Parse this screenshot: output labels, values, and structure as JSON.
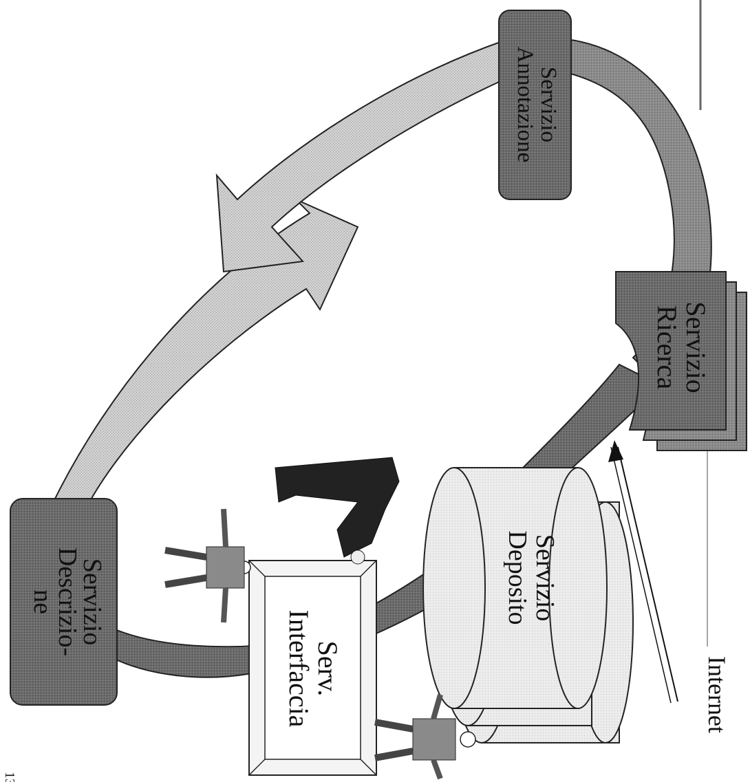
{
  "nodes": {
    "annotazione": {
      "line1": "Servizio",
      "line2": "Annotazione"
    },
    "ricerca": {
      "line1": "Servizio",
      "line2": "Ricerca"
    },
    "deposito": {
      "line1": "Servizio",
      "line2": "Deposito"
    },
    "descrizione": {
      "line1": "Servizio",
      "line2": "Descrizio-",
      "line3": "ne"
    },
    "interfaccia": {
      "line1": "Serv.",
      "line2": "Interfaccia"
    }
  },
  "network_label": "Internet",
  "page_number": "13",
  "colors": {
    "dark_box": "#6e6e6e",
    "light_arrow": "#d6d6d6",
    "dark_band": "#7a7a7a",
    "cylinder": "#e8e8e8"
  }
}
